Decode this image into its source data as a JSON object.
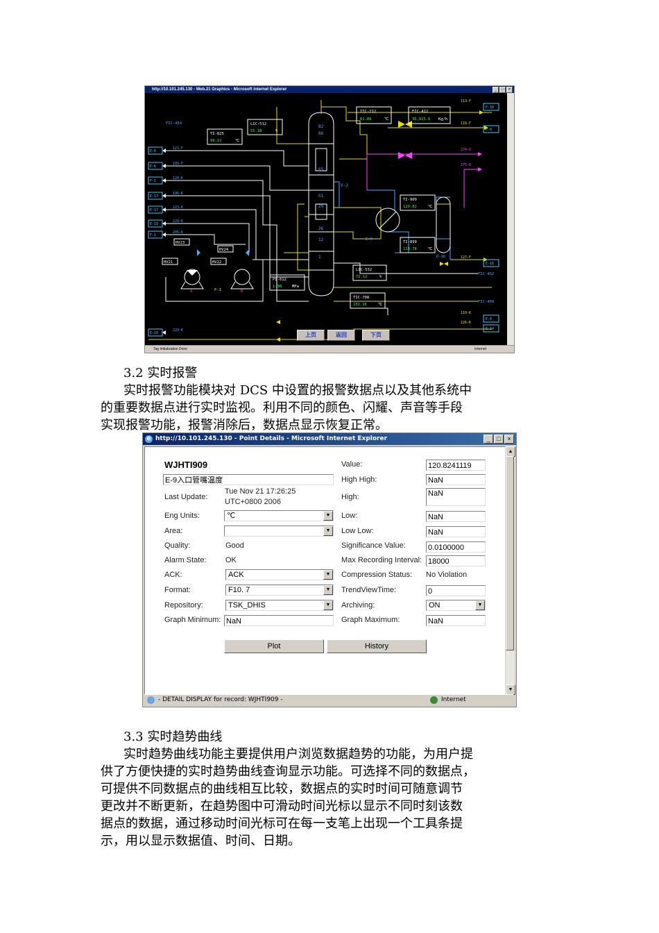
{
  "window1": {
    "title": "http://10.101.245.130 - Web.21 Graphics - Microsoft Internet Explorer",
    "status": "Tag Initialization Done",
    "status_zone": "Internet",
    "buttons": {
      "prev": "上页",
      "back": "返回",
      "next": "下页"
    },
    "instruments": {
      "fic454": "FIC-454",
      "lic512": {
        "tag": "LIC-512",
        "value": "55.38",
        "unit": "%"
      },
      "ti825": {
        "tag": "TI-825",
        "value": "99.11",
        "unit": "℃"
      },
      "tic712": {
        "tag": "TIC-712",
        "value": "61.86",
        "unit": "℃"
      },
      "fic412": {
        "tag": "FIC-412",
        "value": "36,925.6",
        "unit": "Kg/h"
      },
      "ti909": {
        "tag": "TI-909",
        "value": "120.82",
        "unit": "℃"
      },
      "ti899": {
        "tag": "TI-899",
        "value": "119.78",
        "unit": "℃"
      },
      "lic532": {
        "tag": "LIC-532",
        "value": "72.12",
        "unit": "%"
      },
      "pi612": {
        "tag": "PI-612",
        "value": "1.98",
        "unit": "MPa"
      },
      "tic708": {
        "tag": "TIC-708",
        "value": "232.16",
        "unit": "℃"
      }
    },
    "lines_left": [
      {
        "box": "E-6",
        "line": "121-F"
      },
      {
        "box": "E-6",
        "line": "109-F"
      },
      {
        "box": "F-1",
        "line": "120-K"
      },
      {
        "box": "E-13",
        "line": "196-K"
      },
      {
        "box": "E-17",
        "line": "223-K"
      },
      {
        "box": "E-19",
        "line": "228-K"
      },
      {
        "box": "F-1",
        "line": "205-K"
      },
      {
        "box": "E-18",
        "line": "229-K"
      }
    ],
    "lines_right": [
      {
        "box": "E-10",
        "line": "113-F"
      },
      {
        "box": "P-8",
        "line": "116-F"
      },
      {
        "box": "",
        "line": "274-0"
      },
      {
        "box": "",
        "line": "275-0"
      },
      {
        "box": "E-16",
        "line": "127-F"
      },
      {
        "box": "E-6",
        "line": "110-K"
      },
      {
        "box": "E-14",
        "line": "226-K"
      }
    ],
    "labels": {
      "fic432": "FIC-432",
      "fic408": "FIC-408",
      "hv21": "HV21",
      "hv22": "HV22",
      "hv23": "HV23",
      "hv24": "HV24",
      "p3": "P-3",
      "pa": "A",
      "pb": "B",
      "v2": "V-2",
      "e9": "E-9",
      "d16": "D-16",
      "trays": [
        "82",
        "86",
        "65",
        "51",
        "29",
        "26",
        "12",
        "1"
      ]
    }
  },
  "section32": {
    "heading": "3.2 实时报警",
    "lines": [
      "实时报警功能模块对 DCS 中设置的报警数据点以及其他系统中",
      "的重要数据点进行实时监视。利用不同的颜色、闪耀、声音等手段",
      "实现报警功能，报警消除后，数据点显示恢复正常。"
    ]
  },
  "window2": {
    "title": "http://10.101.245.130 - Point Details - Microsoft Internet Explorer",
    "status": "- DETAIL DISPLAY for record: WJHTI909 -",
    "status_zone": "Internet",
    "point_name": "WJHTI909",
    "description": "E-9入口管嘴温度",
    "left": {
      "last_update_label": "Last Update:",
      "last_update_value1": "Tue Nov 21 17:26:25",
      "last_update_value2": "UTC+0800 2006",
      "eng_units_label": "Eng Units:",
      "eng_units_value": "℃",
      "area_label": "Area:",
      "area_value": "",
      "quality_label": "Quality:",
      "quality_value": "Good",
      "alarm_state_label": "Alarm State:",
      "alarm_state_value": "OK",
      "ack_label": "ACK:",
      "ack_value": "ACK",
      "format_label": "Format:",
      "format_value": "F10. 7",
      "repository_label": "Repository:",
      "repository_value": "TSK_DHIS",
      "graph_min_label": "Graph Minimum:",
      "graph_min_value": "NaN"
    },
    "right": {
      "value_label": "Value:",
      "value_value": "120.8241119",
      "high_high_label": "High High:",
      "high_high_value": "NaN",
      "high_label": "High:",
      "high_value": "NaN",
      "low_label": "Low:",
      "low_value": "NaN",
      "low_low_label": "Low Low:",
      "low_low_value": "NaN",
      "significance_label": "Significance Value:",
      "significance_value": "0.0100000",
      "max_rec_label": "Max Recording Interval:",
      "max_rec_value": "18000",
      "compression_label": "Compression Status:",
      "compression_value": "No Violation",
      "trendview_label": "TrendViewTime:",
      "trendview_value": "0",
      "archiving_label": "Archiving:",
      "archiving_value": "ON",
      "graph_max_label": "Graph Maximum:",
      "graph_max_value": "NaN"
    },
    "plot_label": "Plot",
    "history_label": "History"
  },
  "section33": {
    "heading": "3.3 实时趋势曲线",
    "lines": [
      "实时趋势曲线功能主要提供用户浏览数据趋势的功能，为用户提",
      "供了方便快捷的实时趋势曲线查询显示功能。可选择不同的数据点，",
      "可提供不同数据点的曲线相互比较，数据点的实时时间可随意调节",
      "更改并不断更新，在趋势图中可滑动时间光标以显示不同时刻该数",
      "据点的数据，通过移动时间光标可在每一支笔上出现一个工具条提",
      "示，用以显示数据值、时间、日期。"
    ]
  },
  "colors": {
    "bg": "#000000",
    "line_yellow": "#e8e000",
    "line_white": "#ffffff",
    "line_blue": "#4aa8ff",
    "line_magenta": "#ff40ff",
    "cyan": "#40c8ff",
    "value_green": "#40ff40"
  }
}
